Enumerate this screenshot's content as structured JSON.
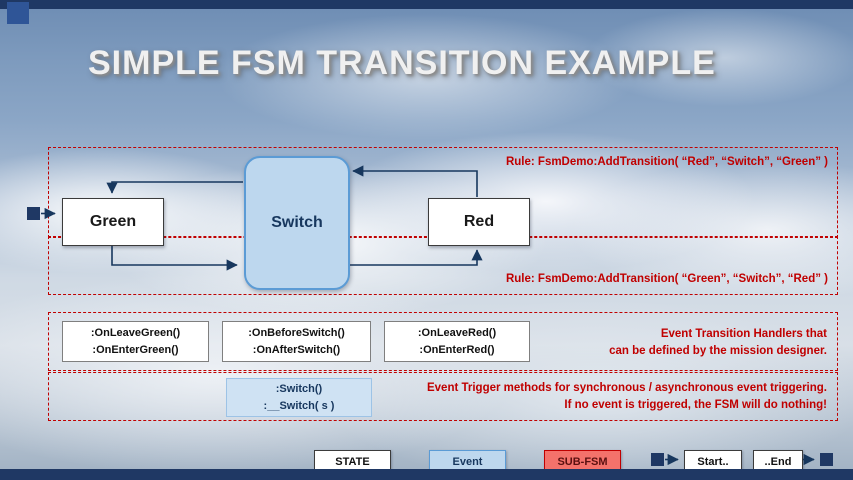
{
  "title": "SIMPLE FSM TRANSITION EXAMPLE",
  "rules": {
    "top": "Rule: FsmDemo:AddTransition( “Red”, “Switch”, “Green” )",
    "bottom": "Rule: FsmDemo:AddTransition( “Green”, “Switch”, “Red” )"
  },
  "states": {
    "green": "Green",
    "switch": "Switch",
    "red": "Red"
  },
  "handler_boxes": [
    {
      "lines": [
        ":OnLeaveGreen()",
        ":OnEnterGreen()"
      ]
    },
    {
      "lines": [
        ":OnBeforeSwitch()",
        ":OnAfterSwitch()"
      ]
    },
    {
      "lines": [
        ":OnLeaveRed()",
        ":OnEnterRed()"
      ]
    }
  ],
  "handlers_note": {
    "line1": "Event Transition Handlers that",
    "line2": "can be defined by the mission designer."
  },
  "trigger_box": {
    "lines": [
      ":Switch()",
      ":__Switch( s )"
    ]
  },
  "trigger_note": {
    "line1": "Event Trigger methods for synchronous / asynchronous event triggering.",
    "line2": "If no event is triggered, the FSM will do nothing!"
  },
  "legend": {
    "state": "STATE",
    "event": "Event",
    "subfsm": "SUB-FSM",
    "start": "Start..",
    "end": "..End"
  },
  "colors": {
    "navy": "#1f3864",
    "corner_blue": "#2f5597",
    "accent_red": "#c00000",
    "event_fill": "#bdd7ee",
    "event_border": "#5b9bd5",
    "trigger_fill": "#cfe2f3",
    "subfsm_fill": "#f4726b",
    "arrow": "#17375e"
  }
}
